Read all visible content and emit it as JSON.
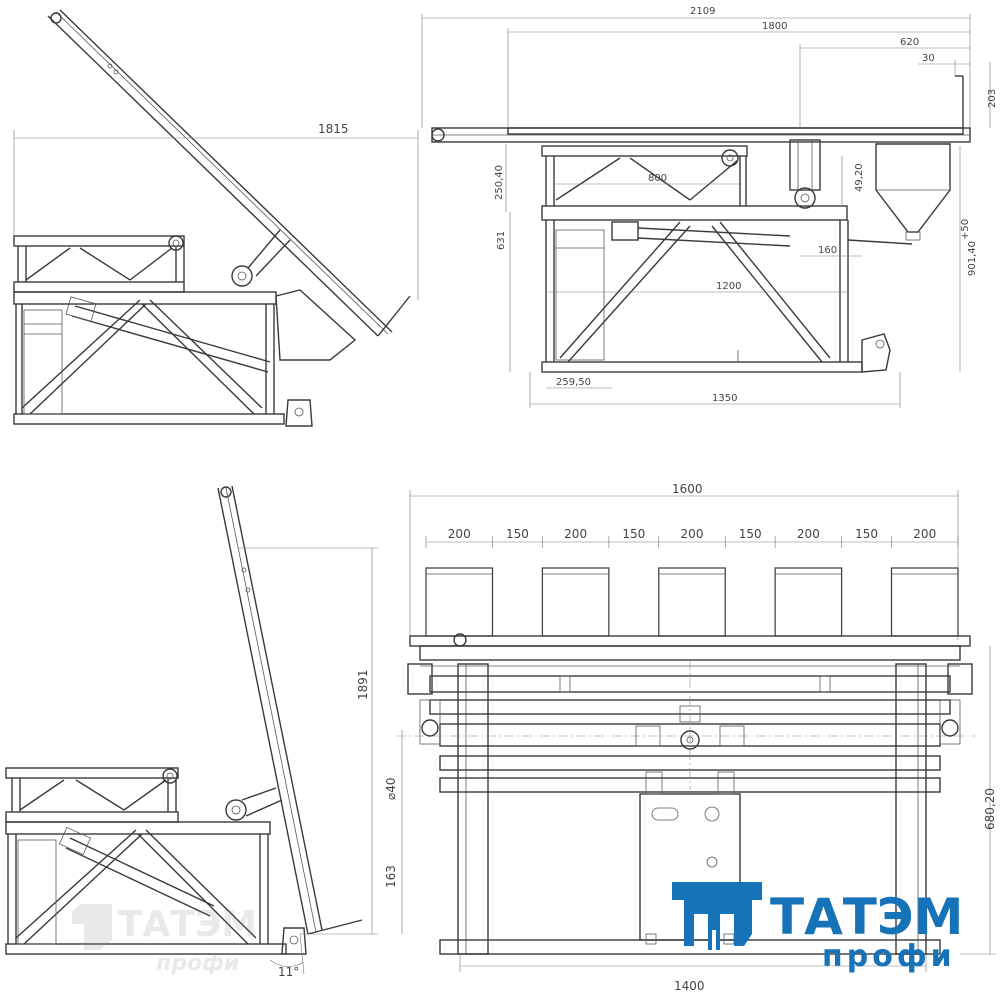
{
  "dimensions": {
    "top_left": {
      "width": "1815"
    },
    "top_right": {
      "overall": "2109",
      "table": "1800",
      "offset": "620",
      "lip": "30",
      "top_height": "203",
      "upper_frame": "250,40",
      "upper_width": "800",
      "motor": "49,20",
      "frame_height": "631",
      "arm": "160",
      "inner_width": "1200",
      "total_height": "901,40",
      "tolerance": "+50",
      "foot_offset": "259,50",
      "base": "1350"
    },
    "bottom_left": {
      "height": "1891",
      "diameter": "⌀40",
      "lift": "163",
      "angle": "11°"
    },
    "bottom_right": {
      "overall": "1600",
      "segments": [
        "200",
        "150",
        "200",
        "150",
        "200",
        "150",
        "200",
        "150",
        "200"
      ],
      "height": "680,20",
      "base": "1400"
    }
  },
  "logo": {
    "brand": "ТАТЭМ",
    "tagline": "профи",
    "brand_color": "#1673b8",
    "icon": "sewing-machine-icon"
  },
  "colors": {
    "line": "#3a3a3a",
    "dimension": "#7a7a7a",
    "text": "#444444"
  }
}
